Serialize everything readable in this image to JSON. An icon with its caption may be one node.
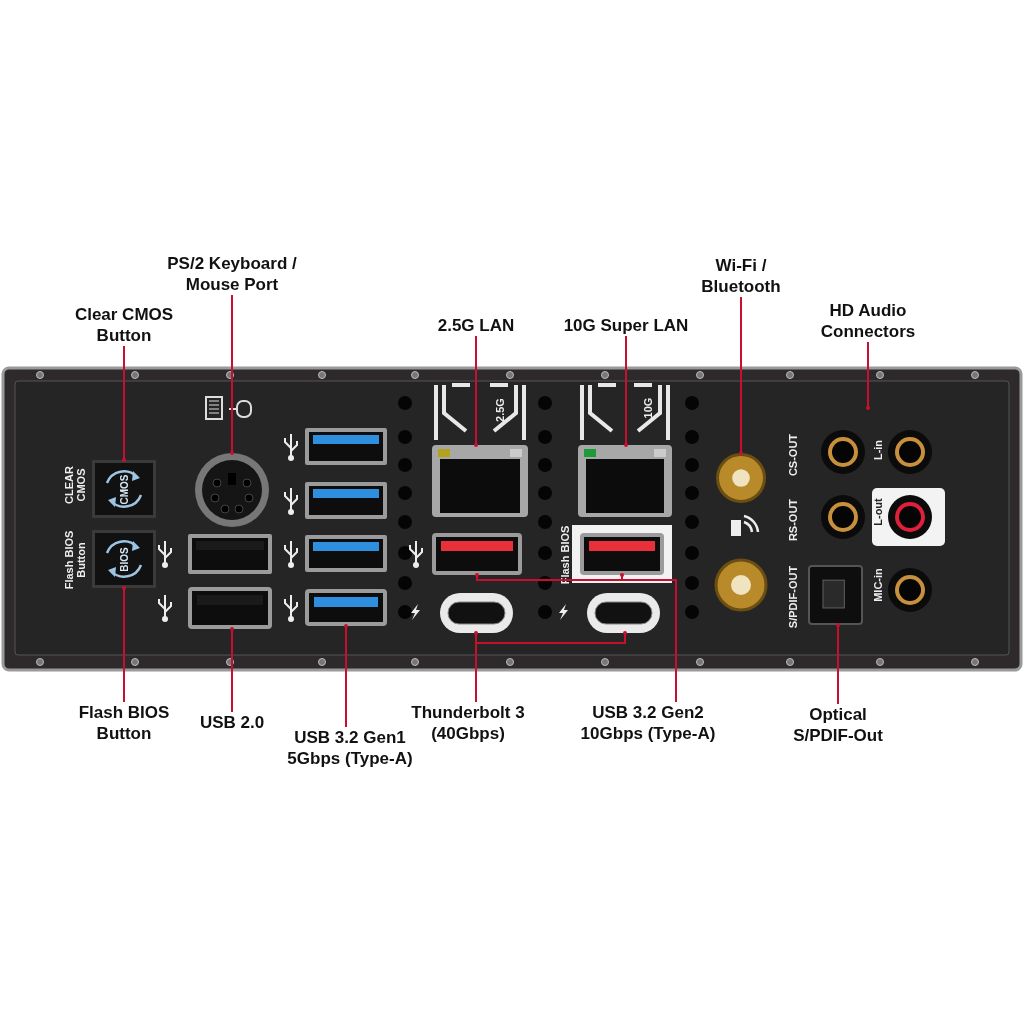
{
  "diagram": {
    "nodes": [
      {
        "text": [
          "PS/2 Keyboard / Mouse Port"
        ]
      },
      {
        "text": [
          "Clear CMOS Button"
        ]
      },
      {
        "text": [
          "2.5G LAN"
        ]
      },
      {
        "text": [
          "10G Super LAN"
        ]
      },
      {
        "text": [
          "Wi-Fi / Bluetooth"
        ]
      },
      {
        "text": [
          "HD Audio Connectors"
        ]
      },
      {
        "text": [
          "Flash BIOS Button"
        ]
      },
      {
        "text": [
          "USB 2.0"
        ]
      },
      {
        "text": [
          "USB 3.2 Gen1 5Gbps (Type-A)"
        ]
      },
      {
        "text": [
          "Thunderbolt 3 (40Gbps)"
        ]
      },
      {
        "text": [
          "USB 3.2 Gen2 10Gbps (Type-A)"
        ]
      },
      {
        "text": [
          "Optical S/PDIF-Out"
        ]
      },
      {
        "text": [
          "CMOS"
        ]
      },
      {
        "text": [],
        "shape": "circle"
      },
      {
        "text": [],
        "shape": "box"
      },
      {
        "text": [],
        "shape": "box"
      },
      {
        "text": [],
        "shape": "circle"
      },
      {
        "text": [
          "BIOS"
        ]
      },
      {
        "text": [],
        "shape": "box"
      },
      {
        "text": [],
        "shape": "box"
      },
      {
        "text": [],
        "shape": "box"
      },
      {
        "text": [],
        "shape": "box"
      },
      {
        "text": [],
        "shape": "box"
      },
      {
        "text": [],
        "shape": "box"
      },
      {
        "text": [],
        "shape": "box"
      }
    ],
    "edges": [
      {
        "from": 0,
        "to": 13,
        "arrow": "other"
      },
      {
        "from": 1,
        "to": 12,
        "arrow": "other"
      },
      {
        "from": 2,
        "to": 14,
        "arrow": "other"
      },
      {
        "from": 3,
        "to": 15,
        "arrow": "other"
      },
      {
        "from": 4,
        "to": 16,
        "arrow": "other"
      },
      {
        "from": 5,
        "to": null,
        "arrow": "other"
      },
      {
        "from": 6,
        "to": 17,
        "arrow": "other"
      },
      {
        "from": 7,
        "to": 18,
        "arrow": "other"
      },
      {
        "from": 8,
        "to": 19,
        "arrow": "other"
      },
      {
        "from": 9,
        "to": 22,
        "arrow": "other"
      },
      {
        "from": 9,
        "to": 23,
        "arrow": "other"
      },
      {
        "from": 10,
        "to": 20,
        "arrow": "other"
      },
      {
        "from": 10,
        "to": 21,
        "arrow": "other"
      },
      {
        "from": 11,
        "to": 24,
        "arrow": "other"
      }
    ],
    "labels": [
      "CLEAR CMOS",
      "Flash BIOS Button",
      "2.5G",
      "10G",
      "Flash BIOS",
      "CS-OUT",
      "L-in",
      "RS-OUT",
      "L-out",
      "S/PDIF-OUT",
      "MIC-in"
    ]
  }
}
